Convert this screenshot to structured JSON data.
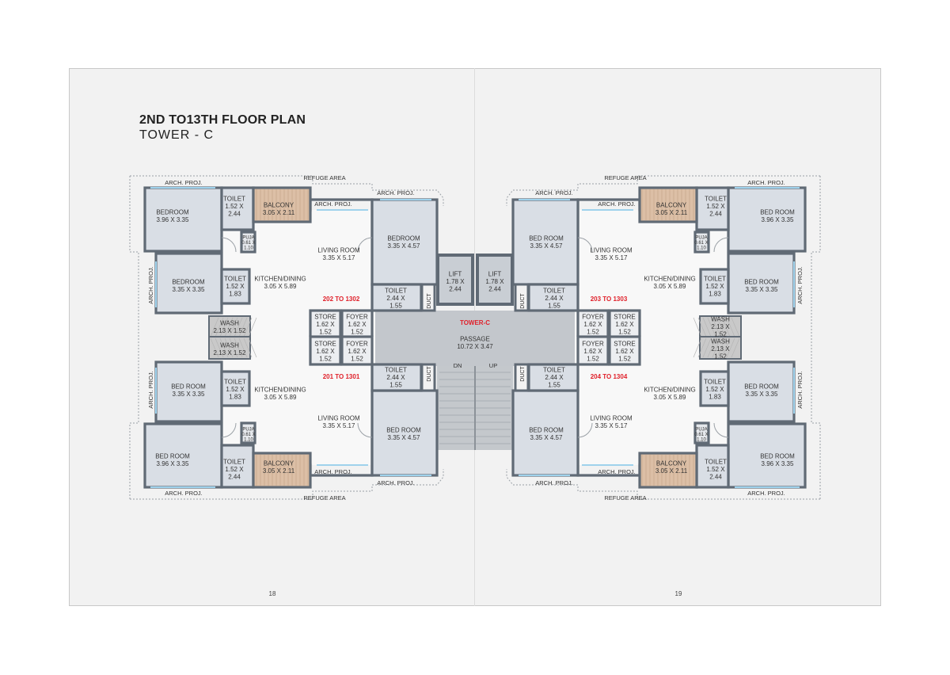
{
  "title": "2ND TO13TH FLOOR PLAN",
  "subtitle": "TOWER - C",
  "pages": {
    "left": "18",
    "right": "19"
  },
  "colors": {
    "wall": "#606a75",
    "room": "#d9dee5",
    "balcony": "#dcbfa6",
    "wash": "#c9c9c9",
    "core": "#c3c7cc",
    "unit_label": "#e0202a",
    "glass": "#9fd2ec"
  },
  "core": {
    "tower": "TOWER-C",
    "passage": [
      "PASSAGE",
      "10.72 X 3.47"
    ],
    "lift_left": [
      "LIFT",
      "1.78 X",
      "2.44"
    ],
    "lift_right": [
      "LIFT",
      "1.78 X",
      "2.44"
    ],
    "dn": "DN",
    "up": "UP"
  },
  "units": [
    {
      "number": "202 TO 1302",
      "refuge": "REFUGE AREA",
      "arch": [
        "ARCH. PROJ.",
        "ARCH. PROJ.",
        "ARCH. PROJ.",
        "ARCH. PROJ."
      ],
      "bed1": [
        "BEDROOM",
        "3.96 X 3.35"
      ],
      "toilet1": [
        "TOILET",
        "1.52 X",
        "2.44"
      ],
      "balcony": [
        "BALCONY",
        "3.05 X 2.11"
      ],
      "puja": [
        "PUJA",
        "0.61 X",
        "1.10"
      ],
      "living": [
        "LIVING ROOM",
        "3.35 X 5.17"
      ],
      "bed2": [
        "BEDROOM",
        "3.35 X 3.35"
      ],
      "toilet2": [
        "TOILET",
        "1.52 X",
        "1.83"
      ],
      "kitchen": [
        "KITCHEN/DINING",
        "3.05 X 5.89"
      ],
      "wash": [
        "WASH",
        "2.13 X 1.52"
      ],
      "store": [
        "STORE",
        "1.62 X",
        "1.52"
      ],
      "foyer": [
        "FOYER",
        "1.62 X",
        "1.52"
      ],
      "bed3": [
        "BEDROOM",
        "3.35 X 4.57"
      ],
      "toilet3": [
        "TOILET",
        "2.44 X",
        "1.55"
      ],
      "duct": "DUCT"
    },
    {
      "number": "201 TO 1301",
      "refuge": "REFUGE AREA",
      "arch": [
        "ARCH. PROJ.",
        "ARCH. PROJ.",
        "ARCH. PROJ.",
        "ARCH. PROJ."
      ],
      "bed1": [
        "BED ROOM",
        "3.96 X 3.35"
      ],
      "toilet1": [
        "TOILET",
        "1.52 X",
        "2.44"
      ],
      "balcony": [
        "BALCONY",
        "3.05 X 2.11"
      ],
      "puja": [
        "PUJA",
        "0.61 X",
        "1.10"
      ],
      "living": [
        "LIVING ROOM",
        "3.35 X 5.17"
      ],
      "bed2": [
        "BED ROOM",
        "3.35 X 3.35"
      ],
      "toilet2": [
        "TOILET",
        "1.52 X",
        "1.83"
      ],
      "kitchen": [
        "KITCHEN/DINING",
        "3.05 X 5.89"
      ],
      "wash": [
        "WASH",
        "2.13 X 1.52"
      ],
      "store": [
        "STORE",
        "1.62 X",
        "1.52"
      ],
      "foyer": [
        "FOYER",
        "1.62 X",
        "1.52"
      ],
      "bed3": [
        "BED ROOM",
        "3.35 X 4.57"
      ],
      "toilet3": [
        "TOILET",
        "2.44 X",
        "1.55"
      ],
      "duct": "DUCT"
    },
    {
      "number": "203 TO 1303",
      "refuge": "REFUGE AREA",
      "arch": [
        "ARCH. PROJ.",
        "ARCH. PROJ.",
        "ARCH. PROJ.",
        "ARCH. PROJ."
      ],
      "bed1": [
        "BED ROOM",
        "3.96 X 3.35"
      ],
      "toilet1": [
        "TOILET",
        "1.52 X",
        "2.44"
      ],
      "balcony": [
        "BALCONY",
        "3.05 X 2.11"
      ],
      "puja": [
        "PUJA",
        "0.61 X",
        "1.10"
      ],
      "living": [
        "LIVING ROOM",
        "3.35 X 5.17"
      ],
      "bed2": [
        "BED ROOM",
        "3.35 X 3.35"
      ],
      "toilet2": [
        "TOILET",
        "1.52 X",
        "1.83"
      ],
      "kitchen": [
        "KITCHEN/DINING",
        "3.05 X 5.89"
      ],
      "wash": [
        "WASH",
        "2.13 X",
        "1.52"
      ],
      "store": [
        "STORE",
        "1.62 X",
        "1.52"
      ],
      "foyer": [
        "FOYER",
        "1.62 X",
        "1.52"
      ],
      "bed3": [
        "BED ROOM",
        "3.35 X 4.57"
      ],
      "toilet3": [
        "TOILET",
        "2.44 X",
        "1.55"
      ],
      "duct": "DUCT"
    },
    {
      "number": "204 TO 1304",
      "refuge": "REFUGE AREA",
      "arch": [
        "ARCH. PROJ.",
        "ARCH. PROJ.",
        "ARCH. PROJ.",
        "ARCH. PROJ."
      ],
      "bed1": [
        "BED ROOM",
        "3.96 X 3.35"
      ],
      "toilet1": [
        "TOILET",
        "1.52 X",
        "2.44"
      ],
      "balcony": [
        "BALCONY",
        "3.05 X 2.11"
      ],
      "puja": [
        "PUJA",
        "0.61 X",
        "1.10"
      ],
      "living": [
        "LIVING ROOM",
        "3.35 X 5.17"
      ],
      "bed2": [
        "BED ROOM",
        "3.35 X 3.35"
      ],
      "toilet2": [
        "TOILET",
        "1.52 X",
        "1.83"
      ],
      "kitchen": [
        "KITCHEN/DINING",
        "3.05 X 5.89"
      ],
      "wash": [
        "WASH",
        "2.13 X",
        "1.52"
      ],
      "store": [
        "STORE",
        "1.62 X",
        "1.52"
      ],
      "foyer": [
        "FOYER",
        "1.62 X",
        "1.52"
      ],
      "bed3": [
        "BED ROOM",
        "3.35 X 4.57"
      ],
      "toilet3": [
        "TOILET",
        "2.44 X",
        "1.55"
      ],
      "duct": "DUCT"
    }
  ]
}
